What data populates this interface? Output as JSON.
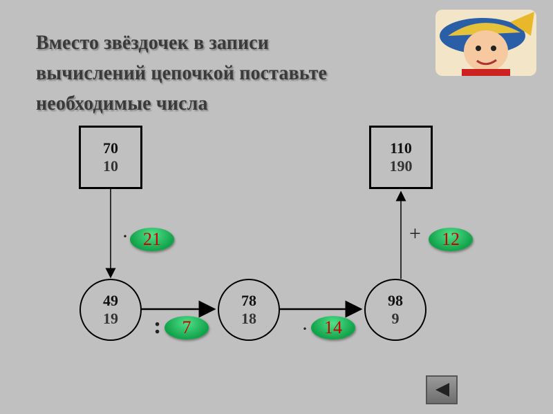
{
  "title_lines": [
    "Вместо звёздочек в записи",
    "вычислений цепочкой поставьте",
    "необходимые числа"
  ],
  "nodes": {
    "start": {
      "value": "70",
      "ghost": "10"
    },
    "c1": {
      "value": "49",
      "ghost": "19"
    },
    "c2": {
      "value": "78",
      "ghost": "18"
    },
    "c3": {
      "value": "98",
      "ghost": "9"
    },
    "end": {
      "value": "110",
      "ghost": "190"
    }
  },
  "operations": [
    {
      "op": "·",
      "value": "21"
    },
    {
      "op": ":",
      "value": "7"
    },
    {
      "op": "·",
      "value": "14"
    },
    {
      "op": "+",
      "value": "12"
    }
  ],
  "colors": {
    "background": "#c0c0c0",
    "pill": "#1bb457",
    "pill_text": "#cc0000"
  }
}
